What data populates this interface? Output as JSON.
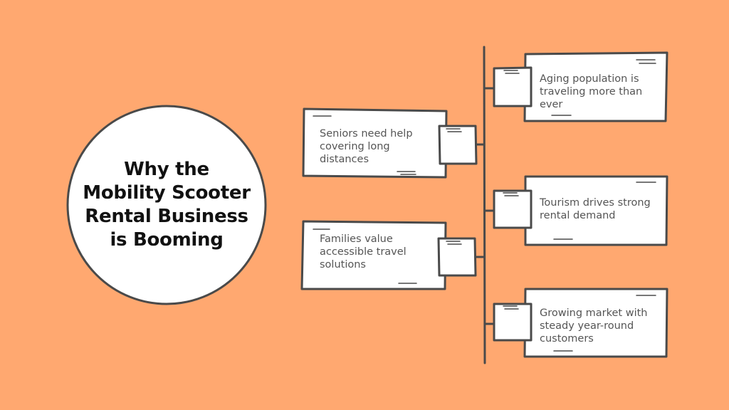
{
  "title": "Why the Mobility Scooter Rental Business is Booming",
  "colors": {
    "background": "#FFA870",
    "card_fill": "#FFFFFF",
    "outline": "#4A4A4A",
    "title_text": "#111111",
    "body_text": "#555555"
  },
  "reasons": [
    {
      "id": "aging-population",
      "side": "right",
      "text": "Aging population is traveling more than ever"
    },
    {
      "id": "seniors-need-help",
      "side": "left",
      "text": "Seniors need help covering long distances"
    },
    {
      "id": "tourism",
      "side": "right",
      "text": "Tourism drives strong rental demand"
    },
    {
      "id": "families-value",
      "side": "left",
      "text": "Families value accessible travel solutions"
    },
    {
      "id": "growing-market",
      "side": "right",
      "text": "Growing market with steady year-round customers"
    }
  ]
}
